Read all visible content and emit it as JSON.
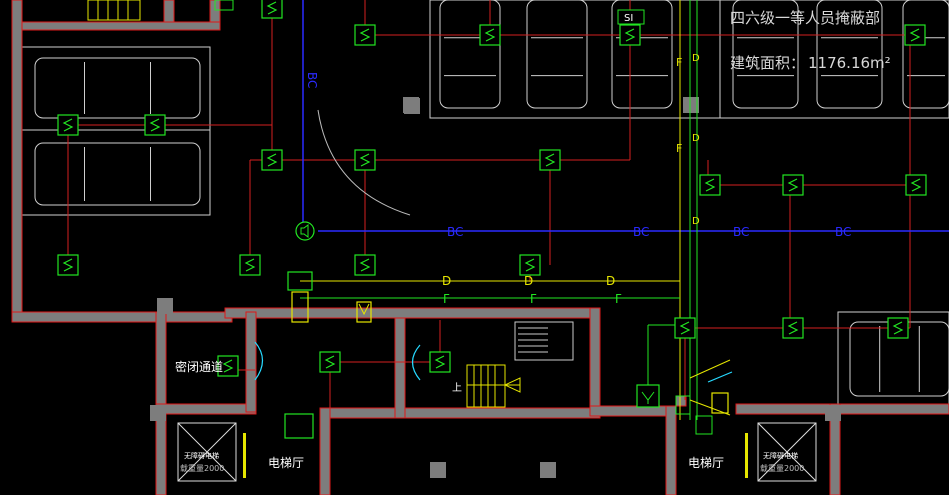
{
  "colors": {
    "background": "#000000",
    "wall_fill": "#7d7d7d",
    "wall_edge": "#e01818",
    "smoke_detector": "#22e622",
    "red_wire": "#d42020",
    "blue_bus": "#2a2aff",
    "yellow_line": "#e6e600",
    "green_line": "#22e622",
    "text_white": "#ffffff",
    "text_grey": "#bdbdbd",
    "car_outline": "#d0d0d0"
  },
  "header": {
    "zone_title": "四六级一等人员掩蔽部",
    "area_label": "建筑面积：",
    "area_value": "1176.16m²"
  },
  "wire_tags": {
    "bc": "BC",
    "d": "D",
    "f": "F"
  },
  "symbols": {
    "smoke_detector": "smoke-detector-icon",
    "speaker": "speaker-icon",
    "sensor_tag": "SI",
    "hydrant": "fire-hydrant-icon",
    "stairs_up": "上"
  },
  "rooms": {
    "sealed_passage": "密闭通道",
    "elevator_hall_left": "电梯厅",
    "elevator_hall_right": "电梯厅",
    "elevator_left_title": "无障碍电梯",
    "elevator_left_spec": "载重量2000",
    "elevator_right_title": "无障碍电梯",
    "elevator_right_spec": "载重量2000"
  },
  "selected_count": "4"
}
